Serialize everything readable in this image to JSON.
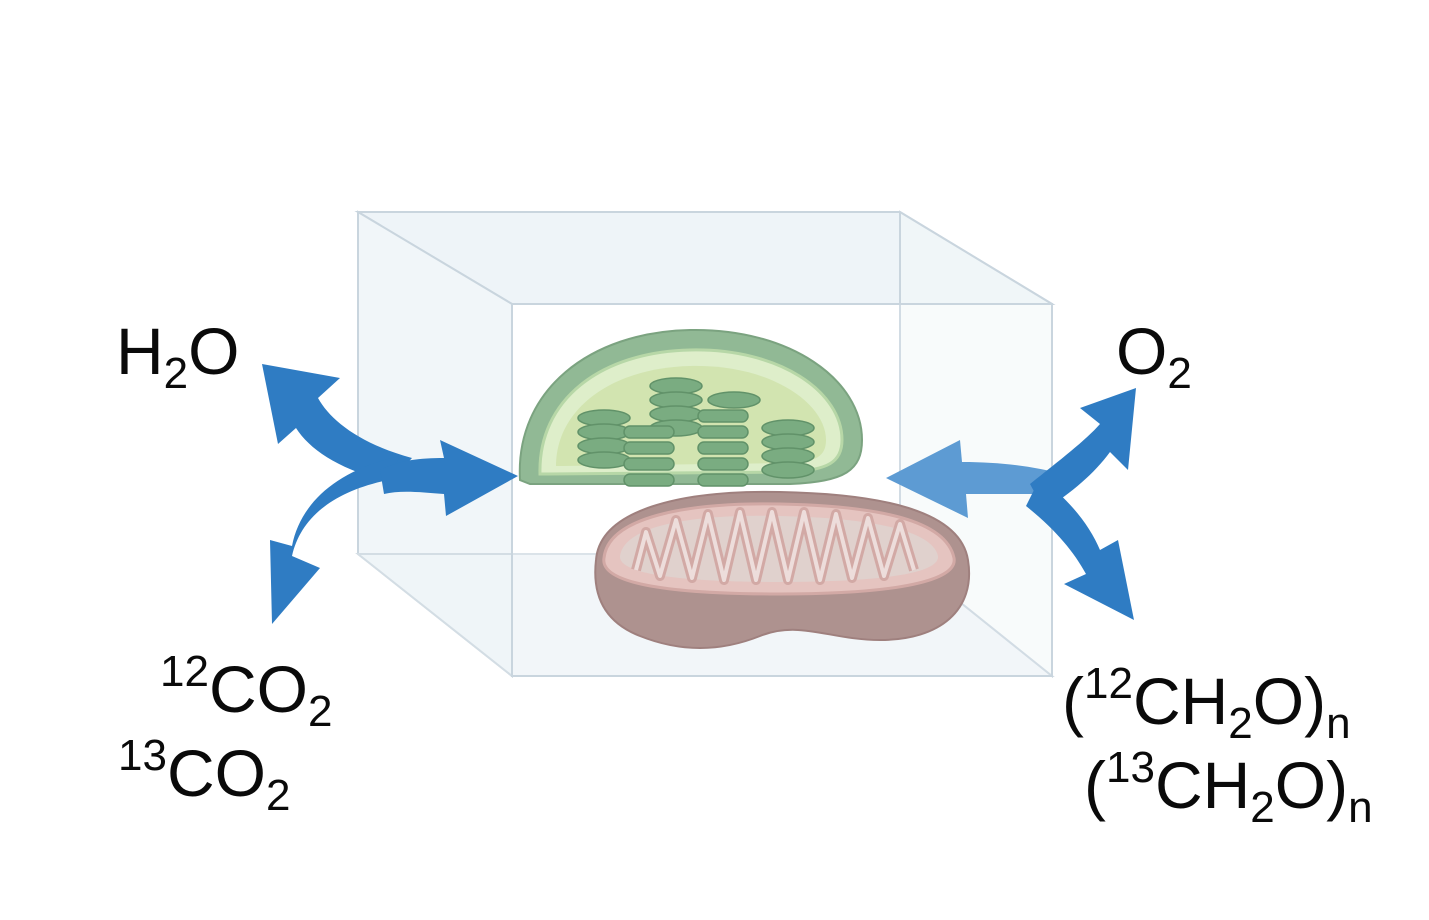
{
  "labels": {
    "h2o": {
      "main": "H",
      "sub": "2",
      "tail": "O"
    },
    "o2": {
      "main": "O",
      "sub": "2"
    },
    "co2_12": {
      "sup": "12",
      "main": "CO",
      "sub": "2"
    },
    "co2_13": {
      "sup": "13",
      "main": "CO",
      "sub": "2"
    },
    "ch2o_12": {
      "open": "(",
      "sup": "12",
      "main": "CH",
      "sub": "2",
      "tail": "O)",
      "sub_n": "n"
    },
    "ch2o_13": {
      "open": "(",
      "sup": "13",
      "main": "CH",
      "sub": "2",
      "tail": "O)",
      "sub_n": "n"
    }
  },
  "colors": {
    "arrow": "#2f7cc3",
    "arrow_translucent": "#5d9bd3",
    "chloroplast_outer": "#78ab7c",
    "chloroplast_inner": "#cfe3b5",
    "thylakoid": "#5e9c67",
    "mitochondrion_outer": "#9b7774",
    "mitochondrion_inner": "#d5aaa6",
    "box_edge": "#c9d5de",
    "box_fill": "#f2f7fa"
  },
  "icons": [
    "chloroplast-icon",
    "mitochondrion-icon",
    "transparent-box"
  ]
}
